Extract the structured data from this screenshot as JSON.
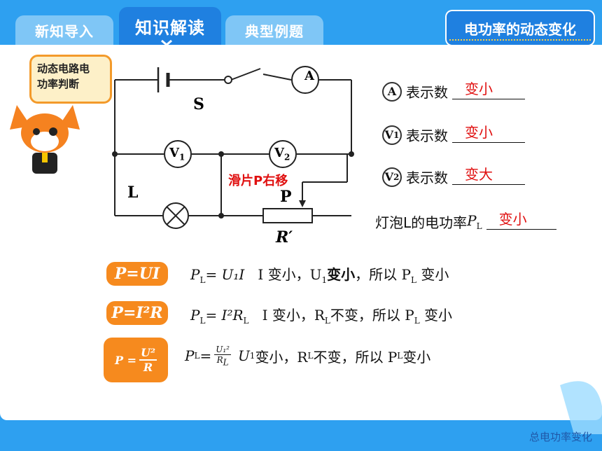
{
  "tabs": [
    {
      "label": "新知导入"
    },
    {
      "label": "知识解读"
    },
    {
      "label": "典型例题"
    }
  ],
  "title": "电功率的动态变化",
  "bubble": {
    "line1": "动态电路电",
    "line2": "功率判断"
  },
  "circuit": {
    "switch_label": "S",
    "lamp_label": "L",
    "slider_label": "P",
    "rheostat_label": "R′",
    "ammeter": "A",
    "v1": "V",
    "v1_sub": "1",
    "v2": "V",
    "v2_sub": "2",
    "annotation": "滑片P右移"
  },
  "answers": [
    {
      "meter": "A",
      "meter_sub": "",
      "text": "表示数",
      "value": "变小"
    },
    {
      "meter": "V",
      "meter_sub": "1",
      "text": "表示数",
      "value": "变小"
    },
    {
      "meter": "V",
      "meter_sub": "2",
      "text": "表示数",
      "value": "变大"
    }
  ],
  "lamp_power": {
    "text": "灯泡L的电功率",
    "symbol": "P",
    "sub": "L",
    "value": "变小"
  },
  "formulas": [
    {
      "badge": "P=UI",
      "expr": "P",
      "expr_sub": "L",
      "rhs": "= U₁I",
      "desc1": "I 变小，U",
      "desc_sub": "1",
      "desc_bold": "变小",
      "desc2": "，所以 P",
      "desc2_sub": "L",
      "desc3": " 变小"
    },
    {
      "badge": "P=I²R",
      "expr": "P",
      "expr_sub": "L",
      "rhs": "= I²R",
      "rhs_sub": "L",
      "desc1": "I 变小，R",
      "desc_sub": "L",
      "desc_bold": "不变",
      "desc2": "，所以 P",
      "desc2_sub": "L",
      "desc3": " 变小"
    },
    {
      "badge_left": "P =",
      "badge_num": "U²",
      "badge_den": "R",
      "expr": "P",
      "expr_sub": "L",
      "frac_num": "U₁²",
      "frac_den": "R",
      "frac_den_sub": "L",
      "desc1": "U",
      "desc_sub": "1",
      "desc1b": " 变小，R",
      "desc1b_sub": "L",
      "desc_bold": "不变",
      "desc2": "，所以 P",
      "desc2_sub": "L",
      "desc3": " 变小"
    }
  ],
  "footer": "总电功率变化",
  "colors": {
    "background": "#2ea0f0",
    "tab_active": "#1f80e0",
    "tab": "#7fc6f6",
    "accent": "#f68a1e",
    "answer": "#e01010"
  }
}
